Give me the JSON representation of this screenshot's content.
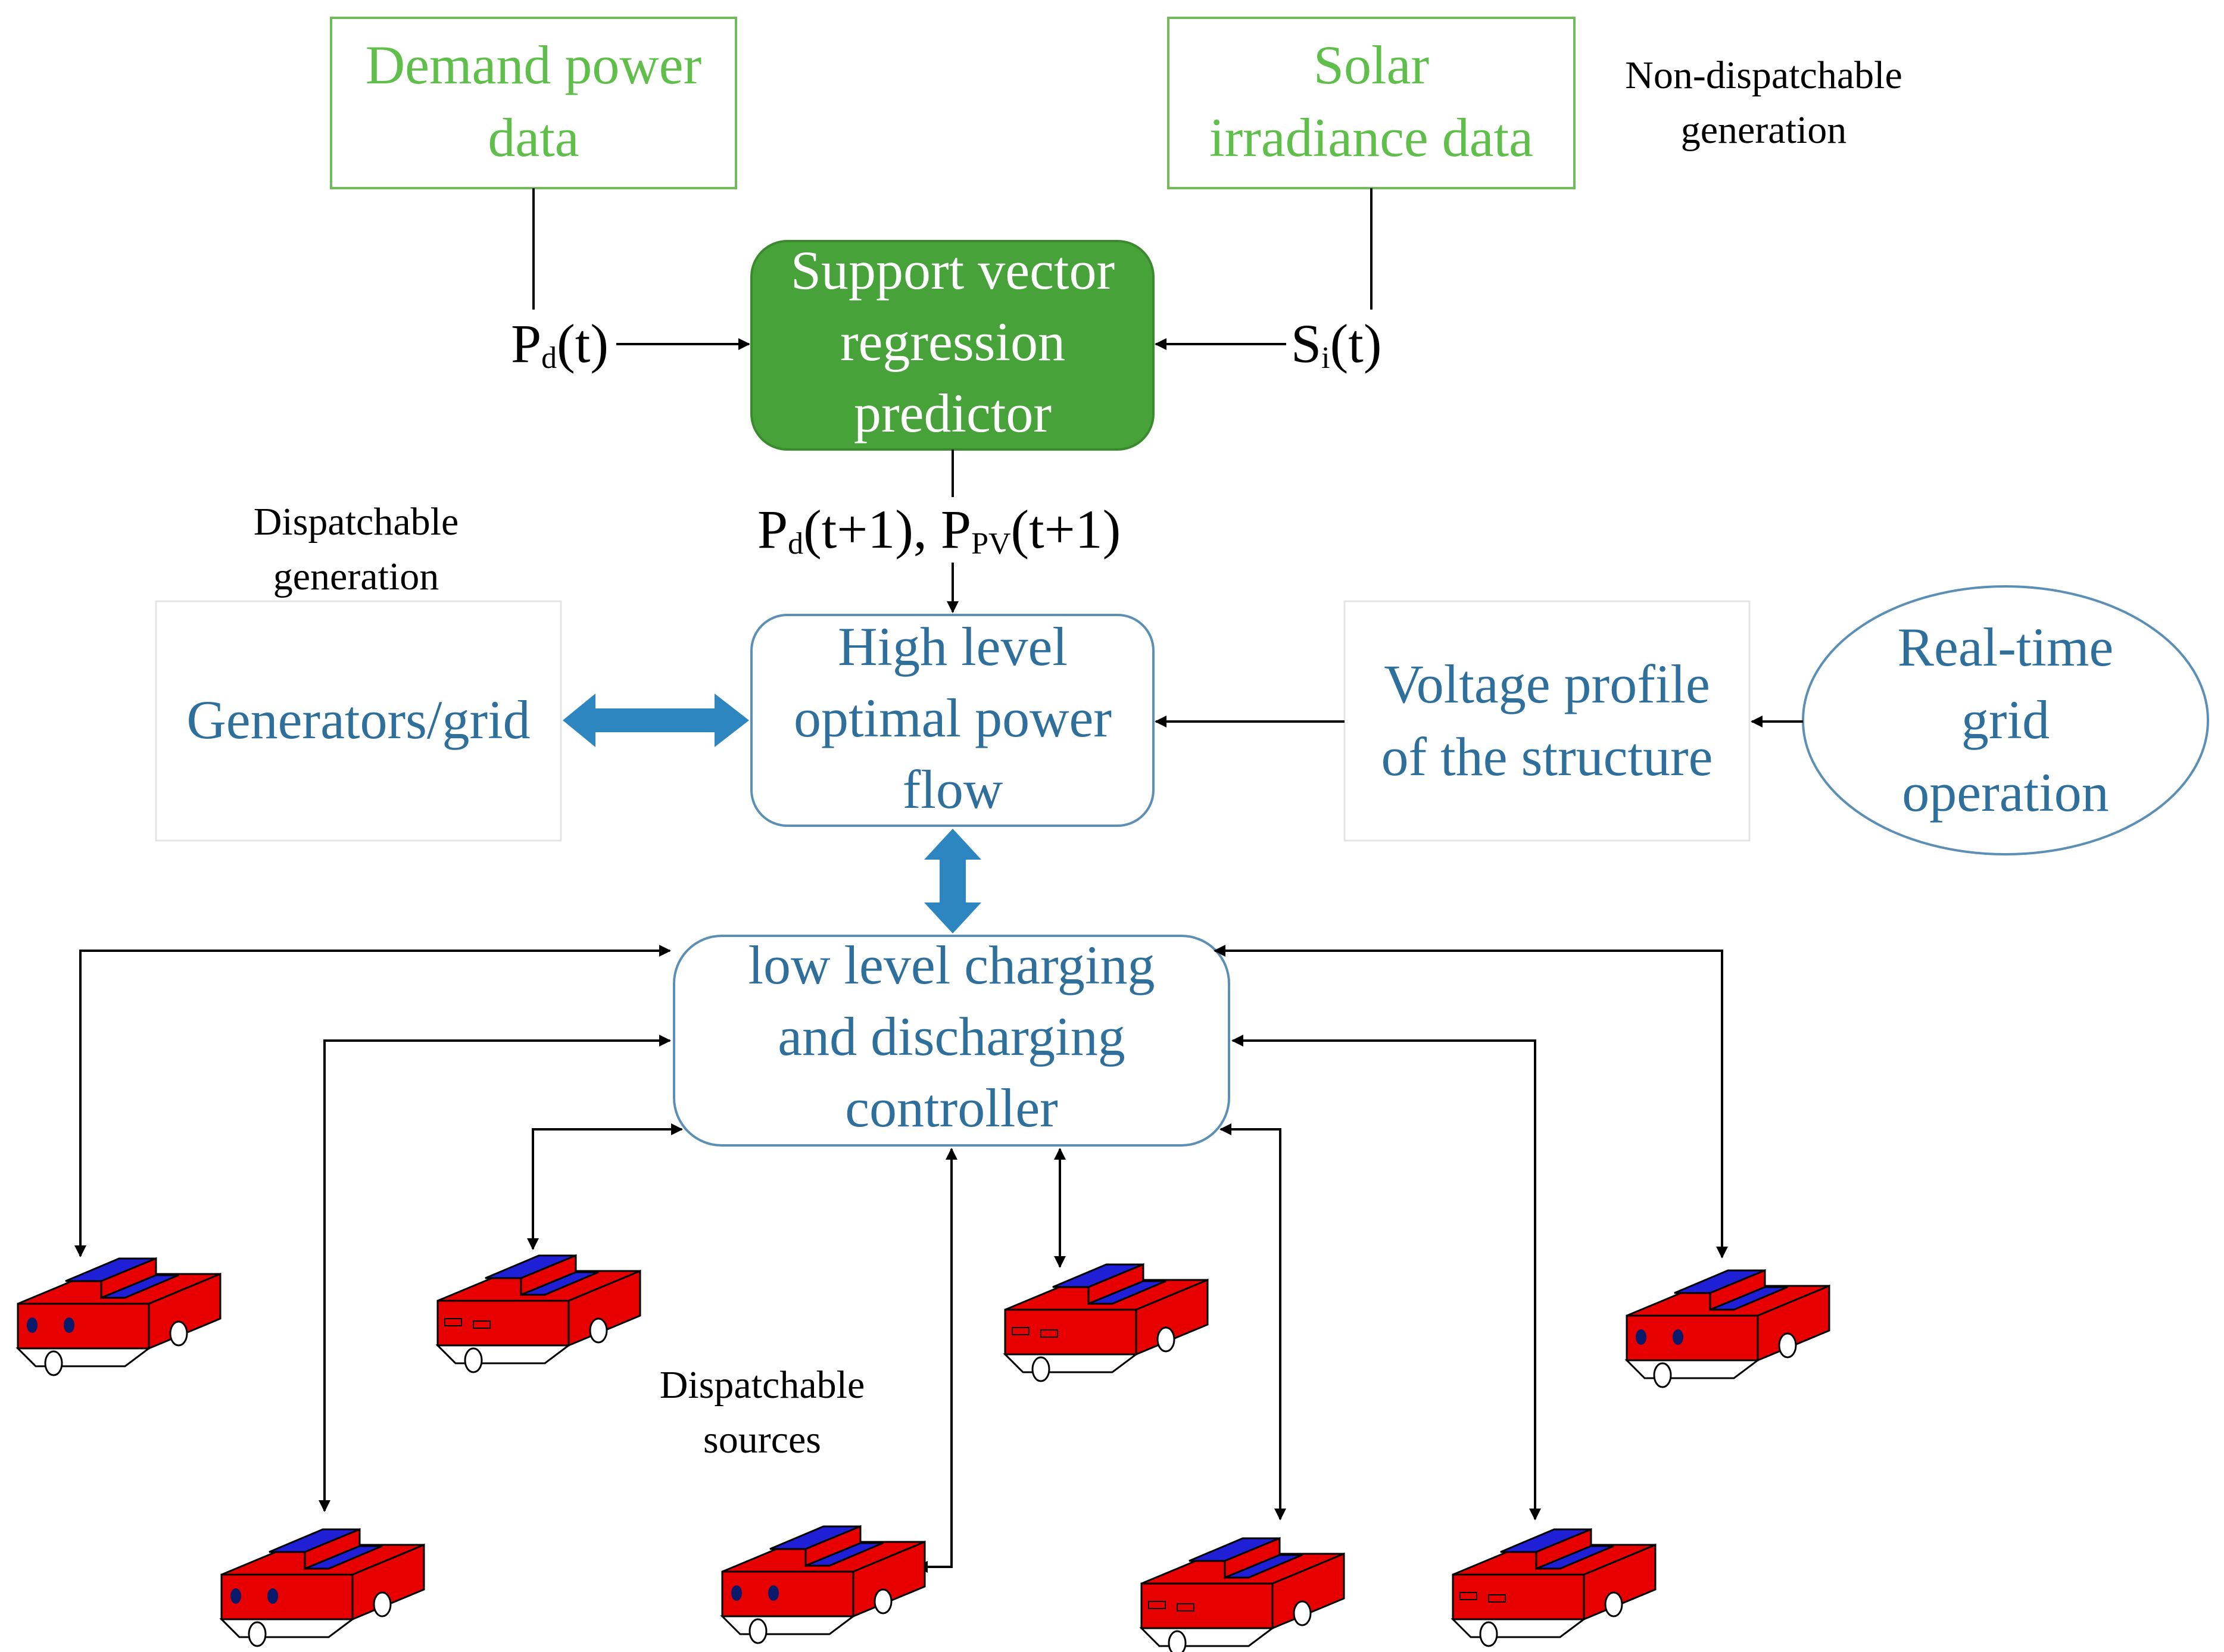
{
  "boxes": {
    "demand": [
      "Demand power",
      "data"
    ],
    "solar": [
      "Solar",
      "irradiance data"
    ],
    "svr": [
      "Support vector",
      "regression",
      "predictor"
    ],
    "high_level": [
      "High level",
      "optimal power",
      "flow"
    ],
    "generators": "Generators/grid",
    "voltage": [
      "Voltage profile",
      "of the structure"
    ],
    "realtime": [
      "Real-time",
      "grid",
      "operation"
    ],
    "low_level": [
      "low level charging",
      "and discharging",
      "controller"
    ]
  },
  "signals": {
    "pd_main": "P",
    "pd_sub": "d",
    "pd_arg": "(t)",
    "si_main": "S",
    "si_sub": "i",
    "si_arg": "(t)",
    "forecast_a_main": "P",
    "forecast_a_sub": "d",
    "forecast_a_arg": "(t+1), ",
    "forecast_b_main": "P",
    "forecast_b_sub": "PV",
    "forecast_b_arg": "(t+1)"
  },
  "notes": {
    "non_dispatchable": [
      "Non-dispatchable",
      "generation"
    ],
    "dispatchable_generation": [
      "Dispatchable",
      "generation"
    ],
    "dispatchable_sources": [
      "Dispatchable",
      "sources"
    ]
  },
  "cars": [
    {
      "id": "car-1",
      "lights": "headlights"
    },
    {
      "id": "car-2",
      "lights": "taillights"
    },
    {
      "id": "car-3",
      "lights": "taillights"
    },
    {
      "id": "car-4",
      "lights": "headlights"
    },
    {
      "id": "car-5",
      "lights": "headlights"
    },
    {
      "id": "car-6",
      "lights": "headlights"
    },
    {
      "id": "car-7",
      "lights": "taillights"
    },
    {
      "id": "car-8",
      "lights": "taillights"
    }
  ],
  "colors": {
    "green_text": "#5fbf4a",
    "green_box": "#47a23a",
    "blue_text": "#2f6f9c",
    "box_border": "#5b8fb6",
    "double_arrow": "#2e86c1",
    "car_body": "#e60000",
    "car_window": "#1f1fd6"
  }
}
